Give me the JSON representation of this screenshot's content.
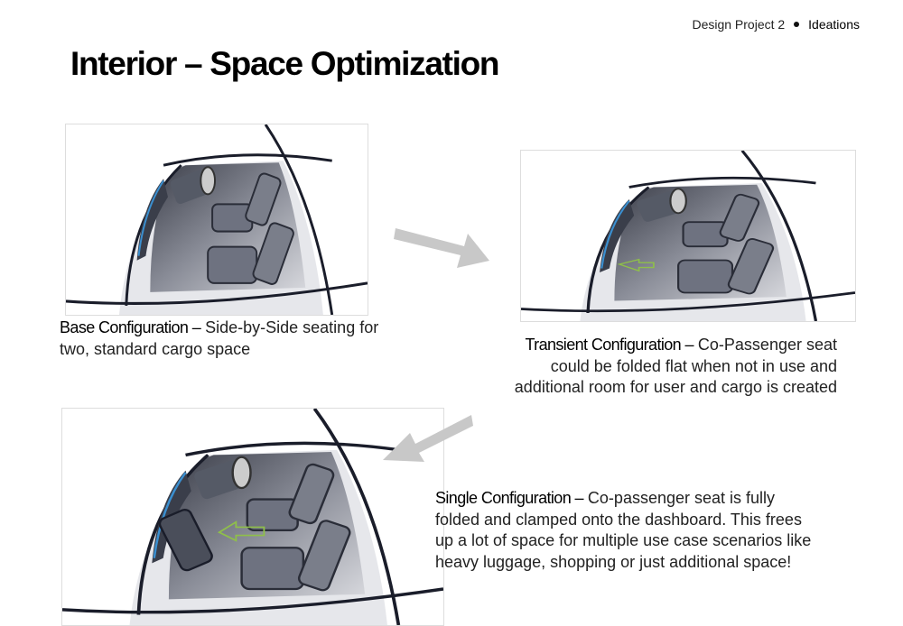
{
  "header": {
    "project": "Design Project 2",
    "section": "Ideations"
  },
  "title": "Interior – Space Optimization",
  "configs": [
    {
      "name": "Base Configuration –",
      "desc": " Side-by-Side seating for two, standard cargo space"
    },
    {
      "name": "Transient Configuration –",
      "desc": " Co-Passenger seat could be folded flat when not in use and additional room for user and cargo is created"
    },
    {
      "name": "Single Configuration –",
      "desc": " Co-passenger seat is fully folded and clamped onto the dashboard. This frees up a lot of space for multiple use case scenarios like heavy luggage, shopping or just additional space!"
    }
  ],
  "colors": {
    "arrow": "#c8c8c8",
    "accent_blue": "#3a8fd0",
    "accent_green": "#8fbf4a"
  }
}
